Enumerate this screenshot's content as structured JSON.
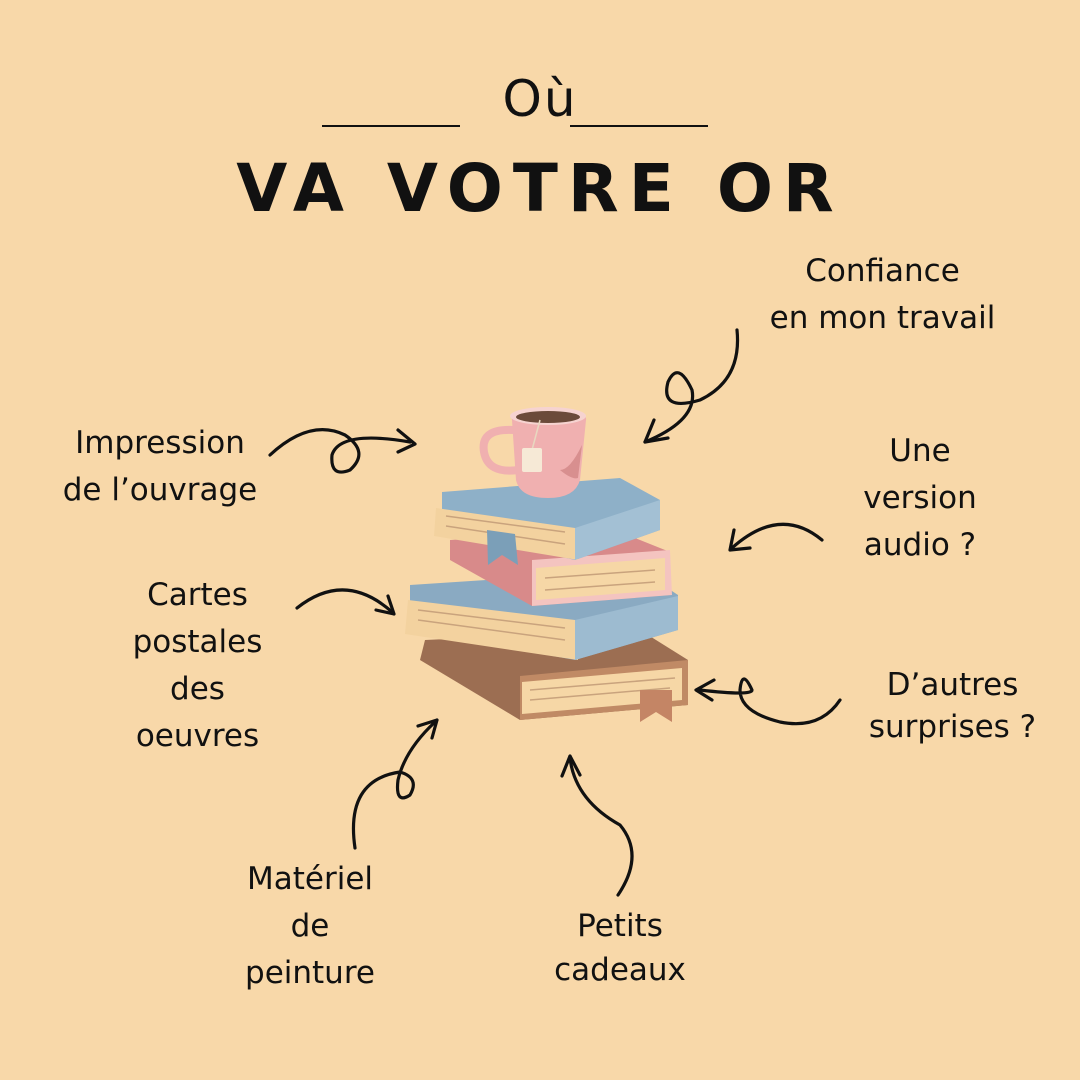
{
  "heading": {
    "small": "Où",
    "big": "VA VOTRE OR"
  },
  "labels": {
    "confidence": [
      "Confiance",
      "en mon travail"
    ],
    "printing": [
      "Impression",
      "de l’ouvrage"
    ],
    "audio": [
      "Une",
      "version",
      "audio ?"
    ],
    "postcards": [
      "Cartes",
      "postales",
      "des",
      "oeuvres"
    ],
    "surprises": [
      "D’autres",
      "surprises ?"
    ],
    "material": [
      "Matériel",
      "de",
      "peinture"
    ],
    "gifts": [
      "Petits",
      "cadeaux"
    ]
  },
  "colors": {
    "background": "#f8d8a9",
    "ink": "#111111",
    "book_blue": "#8fb0c8",
    "book_pink": "#e8a2a2",
    "book_brown": "#a87a5c",
    "pages": "#f5d6a1",
    "mug": "#f0b2b2"
  }
}
